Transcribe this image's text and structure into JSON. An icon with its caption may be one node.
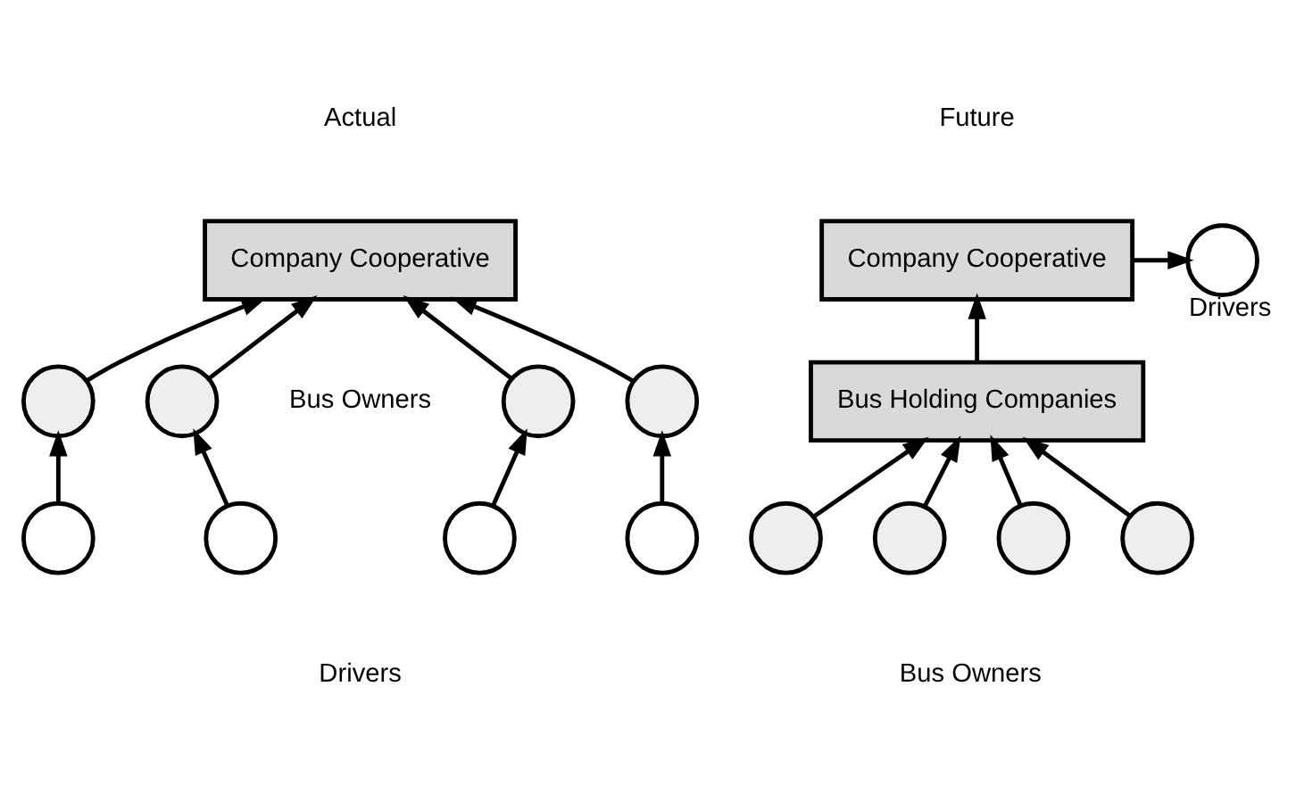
{
  "diagram": {
    "nodes": [
      {
        "text": [
          "Company Cooperative"
        ]
      },
      {
        "text": [],
        "shape": "circle"
      },
      {
        "text": [],
        "shape": "circle"
      },
      {
        "text": [],
        "shape": "circle"
      },
      {
        "text": [],
        "shape": "circle"
      },
      {
        "text": [],
        "shape": "circle"
      },
      {
        "text": [],
        "shape": "circle"
      },
      {
        "text": [],
        "shape": "circle"
      },
      {
        "text": [],
        "shape": "circle"
      },
      {
        "text": [
          "Company Cooperative"
        ]
      },
      {
        "text": [],
        "shape": "circle",
        "beside": [
          "Drivers"
        ]
      },
      {
        "text": [
          "Bus Holding Companies"
        ]
      },
      {
        "text": [],
        "shape": "circle"
      },
      {
        "text": [],
        "shape": "circle"
      },
      {
        "text": [],
        "shape": "circle"
      },
      {
        "text": [],
        "shape": "circle"
      }
    ],
    "edges": [
      {
        "from": 1,
        "to": 0,
        "arrow": "to"
      },
      {
        "from": 2,
        "to": 0,
        "arrow": "to"
      },
      {
        "from": 3,
        "to": 0,
        "arrow": "to"
      },
      {
        "from": 4,
        "to": 0,
        "arrow": "to"
      },
      {
        "from": 5,
        "to": 1,
        "arrow": "to"
      },
      {
        "from": 6,
        "to": 2,
        "arrow": "to"
      },
      {
        "from": 7,
        "to": 3,
        "arrow": "to"
      },
      {
        "from": 8,
        "to": 4,
        "arrow": "to"
      },
      {
        "from": 11,
        "to": 9,
        "arrow": "to"
      },
      {
        "from": 9,
        "to": 10,
        "arrow": "to"
      },
      {
        "from": 12,
        "to": 11,
        "arrow": "to"
      },
      {
        "from": 13,
        "to": 11,
        "arrow": "to"
      },
      {
        "from": 14,
        "to": 11,
        "arrow": "to"
      },
      {
        "from": 15,
        "to": 11,
        "arrow": "to"
      }
    ],
    "labels": [
      "Actual",
      "Bus Owners",
      "Drivers",
      "Future",
      "Bus Owners"
    ]
  }
}
